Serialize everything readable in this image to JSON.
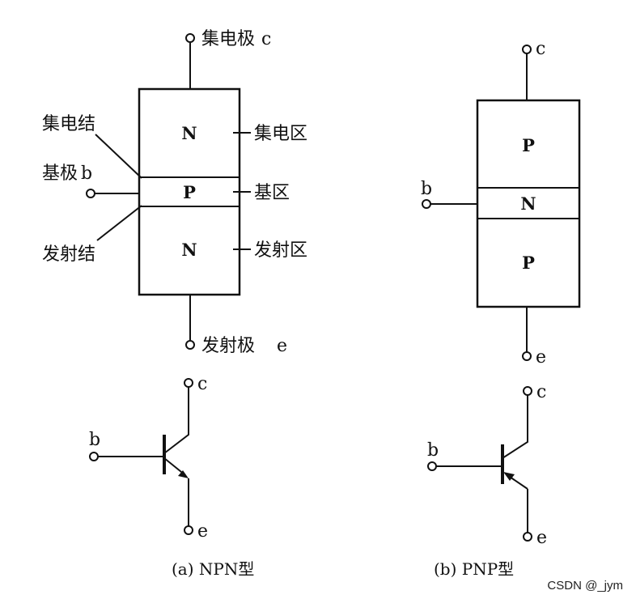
{
  "npn": {
    "collector_label": "集电极",
    "collector_sym": "c",
    "emitter_label": "发射极",
    "emitter_sym": "e",
    "base_label": "基极",
    "base_sym": "b",
    "collector_junction": "集电结",
    "emitter_junction": "发射结",
    "collector_region": "集电区",
    "base_region": "基区",
    "emitter_region": "发射区",
    "layer_top": "N",
    "layer_mid": "P",
    "layer_bottom": "N",
    "symbol": {
      "c": "c",
      "b": "b",
      "e": "e"
    },
    "caption": "(a) NPN型"
  },
  "pnp": {
    "collector_sym": "c",
    "base_sym": "b",
    "emitter_sym": "e",
    "layer_top": "P",
    "layer_mid": "N",
    "layer_bottom": "P",
    "symbol": {
      "c": "c",
      "b": "b",
      "e": "e"
    },
    "caption": "(b) PNP型"
  },
  "watermark": "CSDN @_jym"
}
